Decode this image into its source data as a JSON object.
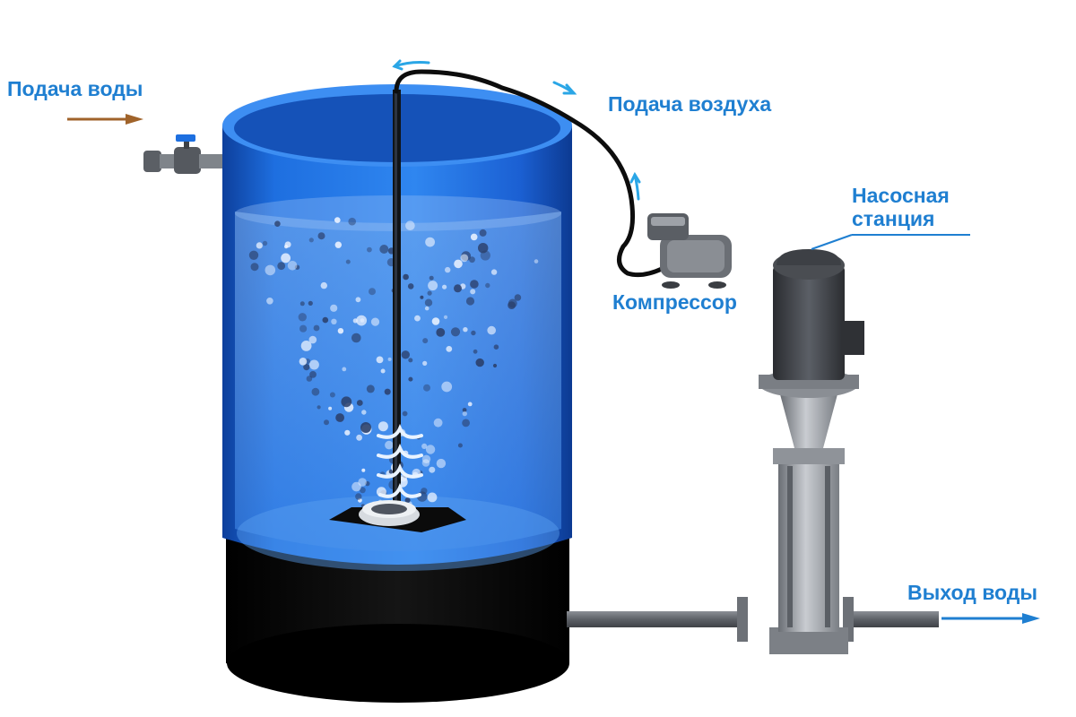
{
  "labels": {
    "water_inlet": "Подача воды",
    "air_supply": "Подача воздуха",
    "pump_station": [
      "Насосная",
      "станция"
    ],
    "compressor": "Компрессор",
    "water_outlet": "Выход воды"
  },
  "colors": {
    "label_text": "#1f7fd1",
    "tank_water": "#1f6fd8",
    "tank_base": "#050505",
    "inlet_arrow": "#a0632a",
    "outlet_arrow": "#1f7fd1",
    "flow_arrow": "#2aa6e6",
    "equipment": "#4a4d52"
  },
  "icons": {
    "inlet_direction": "arrow-right-icon",
    "outlet_direction": "arrow-right-icon",
    "air_flow": "flow-arrow-icon"
  }
}
